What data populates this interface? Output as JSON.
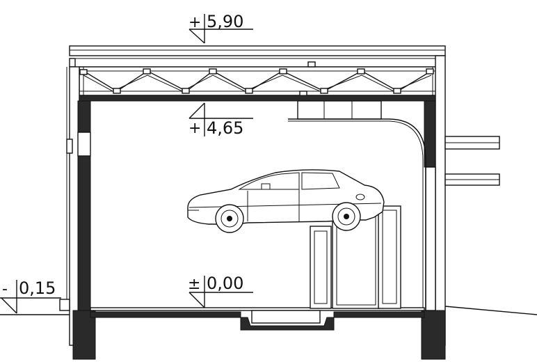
{
  "levels": {
    "roof": {
      "sign": "+",
      "value": "5,90"
    },
    "ceiling": {
      "sign": "+",
      "value": "4,65"
    },
    "floor": {
      "sign": "±",
      "value": "0,00"
    },
    "ground": {
      "sign": "-",
      "value": "0,15"
    }
  }
}
